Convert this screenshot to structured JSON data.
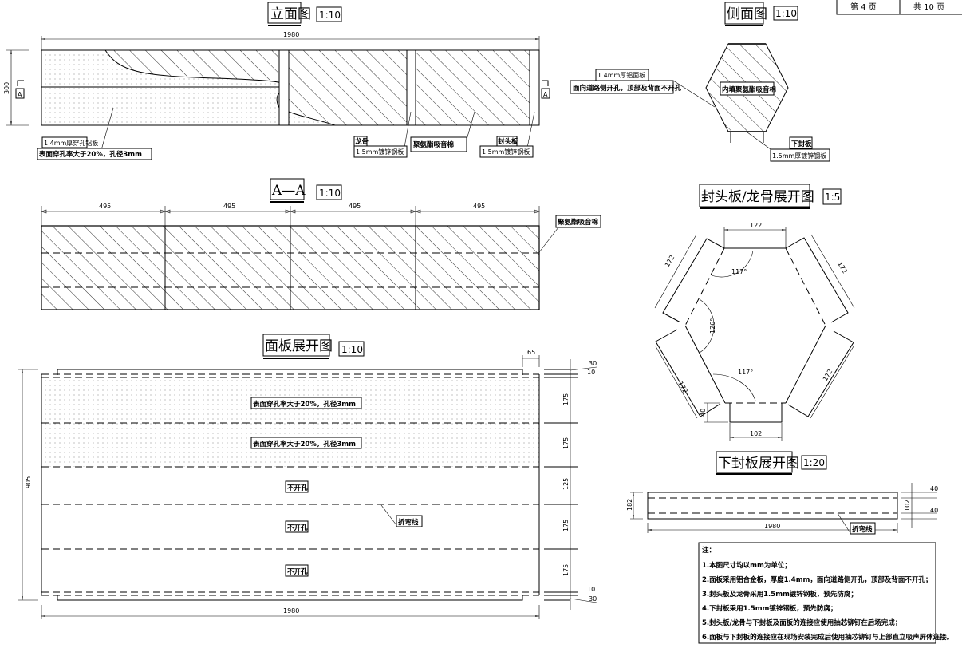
{
  "title_block": {
    "page": "第  4  页",
    "total": "共 10 页"
  },
  "elevation": {
    "title": "立面图",
    "scale": "1:10",
    "length": "1980",
    "height": "300",
    "section_mark": "A",
    "labels": {
      "panel_1": "1.4mm厚穿孔铝板",
      "panel_2": "表面穿孔率大于20%，孔径3mm",
      "keel_1": "龙骨",
      "keel_2": "1.5mm镀锌钢板",
      "foam": "聚氨酯吸音棉",
      "end_1": "封头板",
      "end_2": "1.5mm镀锌钢板"
    }
  },
  "side_view": {
    "title": "侧面图",
    "scale": "1:10",
    "labels": {
      "panel_1": "1.4mm厚铝面板",
      "panel_2": "面向道路侧开孔，顶部及背面不开孔",
      "fill": "内填聚氨酯吸音棉",
      "bottom_1": "下封板",
      "bottom_2": "1.5mm厚镀锌钢板"
    }
  },
  "section_aa": {
    "title": "A—A",
    "scale": "1:10",
    "segments": [
      "495",
      "495",
      "495",
      "495"
    ],
    "label": "聚氨酯吸音棉"
  },
  "panel_unfold": {
    "title": "面板展开图",
    "scale": "1:10",
    "perforated_label": "表面穿孔率大于20%，孔径3mm",
    "no_hole_label": "不开孔",
    "bend_label": "折弯线",
    "total_height": "905",
    "length": "1980",
    "flange": "65",
    "right_dims": [
      "30",
      "10",
      "175",
      "175",
      "125",
      "175",
      "175",
      "10",
      "30"
    ]
  },
  "end_plate_unfold": {
    "title": "封头板/龙骨展开图",
    "scale": "1:5",
    "top": "122",
    "bottom": "102",
    "side": "172",
    "tab": "40",
    "angle_top": "117°",
    "angle_left": "126°",
    "angle_bottom": "117°"
  },
  "bottom_plate_unfold": {
    "title": "下封板展开图",
    "scale": "1:20",
    "width": "182",
    "length": "1980",
    "inner": "102",
    "flange_top": "40",
    "flange_bottom": "40",
    "bend_label": "折弯线"
  },
  "notes": {
    "heading": "注：",
    "items": [
      "1.本图尺寸均以mm为单位；",
      "2.面板采用铝合金板，厚度1.4mm，面向道路侧开孔，顶部及背面不开孔；",
      "3.封头板及龙骨采用1.5mm镀锌钢板，预先防腐；",
      "4.下封板采用1.5mm镀锌钢板，预先防腐；",
      "5.封头板/龙骨与下封板及面板的连接应使用抽芯铆钉在后场完成；",
      "6.面板与下封板的连接应在现场安装完成后使用抽芯铆钉与上部直立吸声屏体连接。"
    ]
  }
}
